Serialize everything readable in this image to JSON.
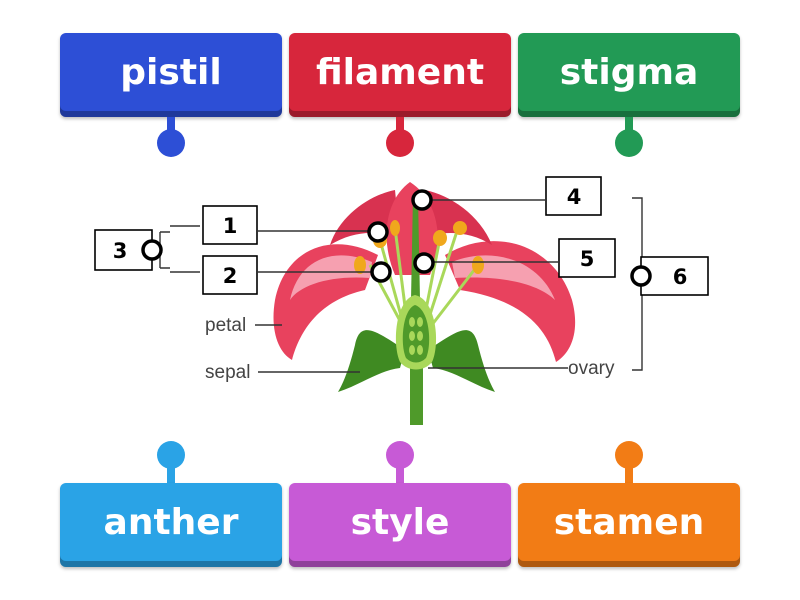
{
  "answer_tiles": {
    "top": [
      {
        "label": "pistil",
        "color": "#2d4fd6"
      },
      {
        "label": "filament",
        "color": "#d7263c"
      },
      {
        "label": "stigma",
        "color": "#229a55"
      }
    ],
    "bottom": [
      {
        "label": "anther",
        "color": "#2aa3e6"
      },
      {
        "label": "style",
        "color": "#c75ad6"
      },
      {
        "label": "stamen",
        "color": "#f27c15"
      }
    ]
  },
  "diagram": {
    "number_boxes": [
      "1",
      "2",
      "3",
      "4",
      "5",
      "6"
    ],
    "part_labels": {
      "petal": "petal",
      "sepal": "sepal",
      "ovary": "ovary"
    }
  },
  "colors": {
    "petal": "#e8425e",
    "petal_light": "#f6a0b0",
    "stem": "#4f9a2a",
    "stem_light": "#a9d85a",
    "anther": "#f0a81c"
  }
}
